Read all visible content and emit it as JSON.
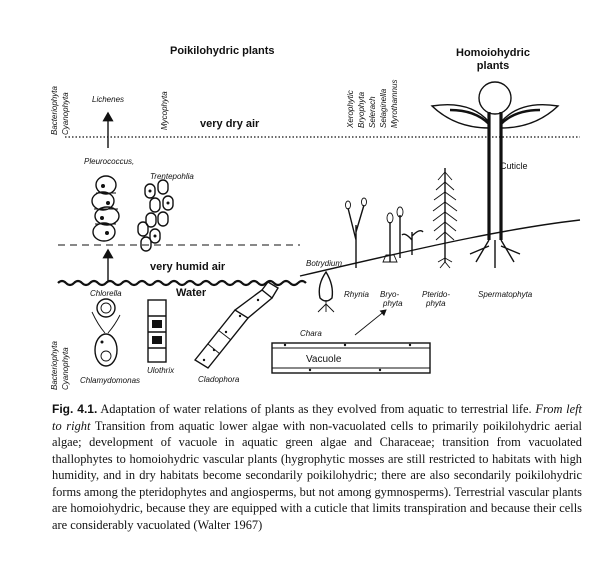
{
  "figure": {
    "poikilohydric_heading": "Poikilohydric plants",
    "homoiohydric_heading_line1": "Homoiohydric",
    "homoiohydric_heading_line2": "plants",
    "very_dry_air": "very dry air",
    "very_humid_air": "very humid air",
    "water": "Water",
    "cuticle": "Cuticle",
    "vacuole": "Vacuole",
    "vertical_labels": {
      "top_left_1": "Bacteriophyta",
      "top_left_2": "Cyanophyta",
      "bottom_left_1": "Bacteriophyta",
      "bottom_left_2": "Cyanophyta",
      "lichenes": "Lichenes",
      "mycophyta": "Mycophyta",
      "xerophytic": "Xerophytic",
      "bryophyta": "Bryophyta",
      "selaginella": "Selaginella",
      "selerach": "Selerach",
      "myrothamnus": "Myrothamnus"
    },
    "organisms": {
      "pleurococcus": "Pleurococcus,",
      "trentepohlia": "Trentepohlia",
      "chlorella": "Chlorella",
      "chlamydomonas": "Chlamydomonas",
      "ulothrix": "Ulothrix",
      "cladophora": "Cladophora",
      "botrydium": "Botrydium",
      "chara": "Chara",
      "rhynia": "Rhynia",
      "bryophyta_1": "Bryo-",
      "bryophyta_2": "phyta",
      "pteridophyta_1": "Pterido-",
      "pteridophyta_2": "phyta",
      "spermatophyta": "Spermatophyta"
    }
  },
  "caption": {
    "label": "Fig. 4.1.",
    "text_1": " Adaptation of water relations of plants as they evolved from aquatic to terrestrial life. ",
    "from_left": "From left to right",
    "text_2": " Transition from aquatic lower algae with non-vacuolated cells to primarily poikilohydric aerial algae; development of vacuole in aquatic green algae and Characeae; transition from vacuolated thallophytes to homoiohydric vascular plants (hygrophytic mosses are still restricted to habitats with high humidity, and in dry habitats become secondarily poikilohydric; there are also secondarily poikilohydric forms among the pteridophytes and angiosperms, but not among gymnosperms). Terrestrial vascular plants are homoiohydric, because they are equipped with a cuticle that limits transpiration and because their cells are considerably vacuolated (Walter 1967)"
  }
}
